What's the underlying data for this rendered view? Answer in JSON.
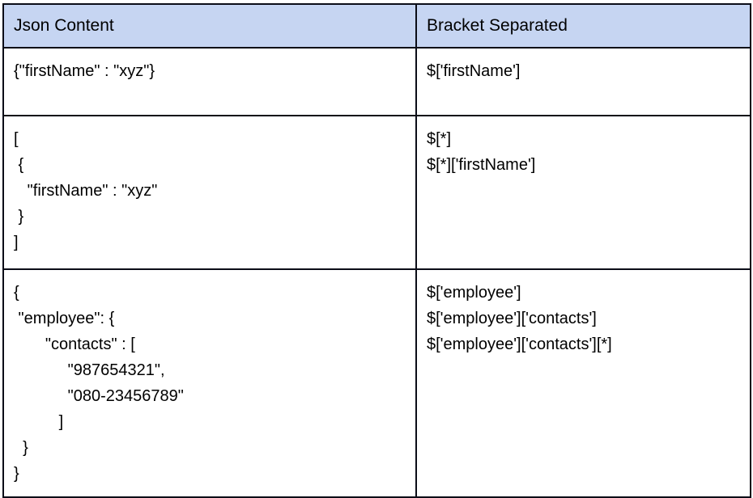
{
  "table": {
    "headers": [
      {
        "label": "Json Content"
      },
      {
        "label": "Bracket Separated"
      }
    ],
    "header_background": "#c6d5f2",
    "border_color": "#0b0d17",
    "rows": [
      {
        "json_content": "{\"firstName\" : \"xyz\"}",
        "bracket_separated": "$['firstName']"
      },
      {
        "json_content": "[\n {\n   \"firstName\" : \"xyz\"\n }\n]",
        "bracket_separated": "$[*]\n$[*]['firstName']"
      },
      {
        "json_content": "{\n \"employee\": {\n       \"contacts\" : [\n            \"987654321\",\n            \"080-23456789\"\n          ]\n  }\n}",
        "bracket_separated": "$['employee']\n$['employee']['contacts']\n$['employee']['contacts'][*]"
      }
    ]
  }
}
